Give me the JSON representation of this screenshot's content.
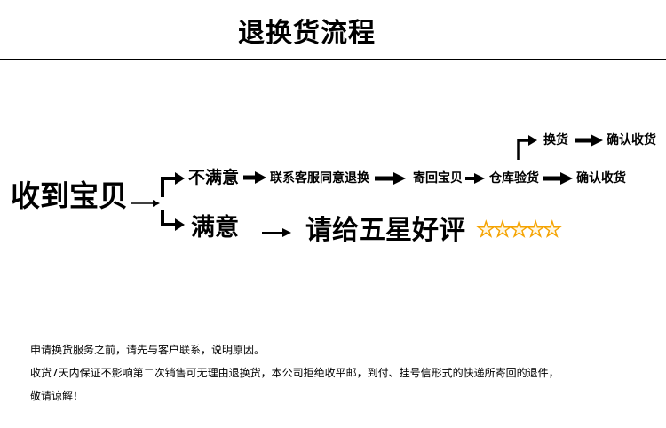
{
  "title": "退换货流程",
  "start": "收到宝贝",
  "branches": {
    "unsatisfied": {
      "label": "不满意",
      "steps": [
        "联系客服同意退换",
        "寄回宝贝",
        "仓库验货",
        "确认收货"
      ],
      "exchange": [
        "换货",
        "确认收货"
      ]
    },
    "satisfied": {
      "label": "满意",
      "action": "请给五星好评",
      "stars": "★★★★★",
      "star_count": 5
    }
  },
  "notes": [
    "申请换货服务之前，请先与客户联系，说明原因。",
    "收货7天内保证不影响第二次销售可无理由退换货，本公司拒绝收平邮，到付、挂号信形式的快递所寄回的退件，",
    "敬请谅解！"
  ],
  "colors": {
    "star_stroke": "#f5a300",
    "star_fill": "#fff7e3",
    "text": "#000000"
  }
}
